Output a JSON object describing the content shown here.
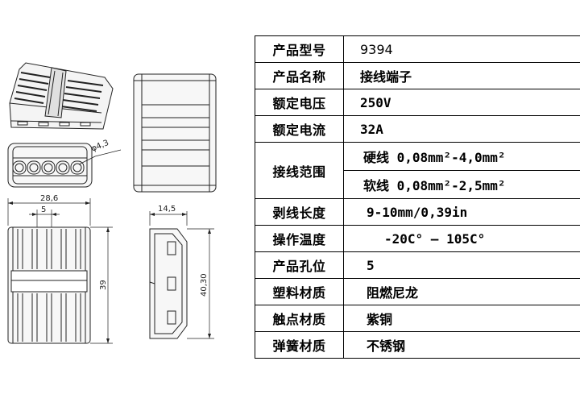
{
  "drawing": {
    "dimensions": {
      "hole_diameter": "φ4,3",
      "width_total": "28,6",
      "pitch": "5",
      "height_front": "39",
      "depth_side": "14,5",
      "height_side": "40,30"
    }
  },
  "table": {
    "rows": [
      {
        "label": "产品型号",
        "value": "9394"
      },
      {
        "label": "产品名称",
        "value": "接线端子"
      },
      {
        "label": "额定电压",
        "value": "250V"
      },
      {
        "label": "额定电流",
        "value": "32A"
      },
      {
        "label": "接线范围",
        "values": [
          "硬线 0,08mm²-4,0mm²",
          "软线 0,08mm²-2,5mm²"
        ]
      },
      {
        "label": "剥线长度",
        "value": "9-10mm/0,39in"
      },
      {
        "label": "操作温度",
        "value": "-20C° — 105C°"
      },
      {
        "label": "产品孔位",
        "value": "5"
      },
      {
        "label": "塑料材质",
        "value": "阻燃尼龙"
      },
      {
        "label": "触点材质",
        "value": "紫铜"
      },
      {
        "label": "弹簧材质",
        "value": "不锈钢"
      }
    ]
  }
}
